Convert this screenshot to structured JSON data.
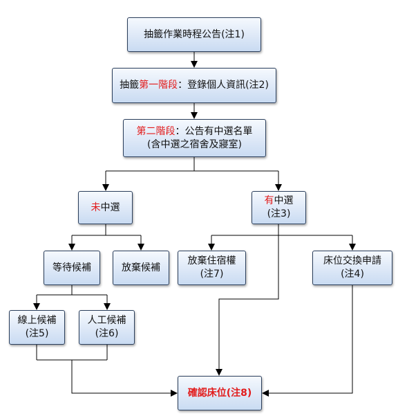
{
  "diagram": {
    "nodes": {
      "schedule": {
        "text": "抽籤作業時程公告(注1)"
      },
      "stage1": {
        "prefix": "抽籤",
        "highlight": "第一階段",
        "suffix": "：登錄個人資訊(注2)"
      },
      "stage2": {
        "highlight": "第二階段",
        "suffix": "：公告有中選名單",
        "line2": "(含中選之宿舍及寢室)"
      },
      "not_selected": {
        "highlight": "未",
        "suffix": "中選"
      },
      "selected": {
        "highlight": "有",
        "suffix": "中選",
        "line2": "(注3)"
      },
      "wait_list": {
        "text": "等待候補"
      },
      "give_up_wait": {
        "text": "放棄候補"
      },
      "give_up_housing": {
        "line1": "放棄住宿權",
        "line2": "(注7)"
      },
      "swap_request": {
        "line1": "床位交換申請",
        "line2": "(注4)"
      },
      "online_wait": {
        "line1": "線上候補",
        "line2": "(注5)"
      },
      "manual_wait": {
        "line1": "人工候補",
        "line2": "(注6)"
      },
      "confirm_bed": {
        "text": "確認床位(注8)"
      }
    },
    "colors": {
      "highlight": "#e21b1b",
      "box_border": "#2b3f5c",
      "box_fill_top": "#f5f9fe",
      "box_fill_bottom": "#c9dbf2",
      "line": "#000000"
    }
  }
}
